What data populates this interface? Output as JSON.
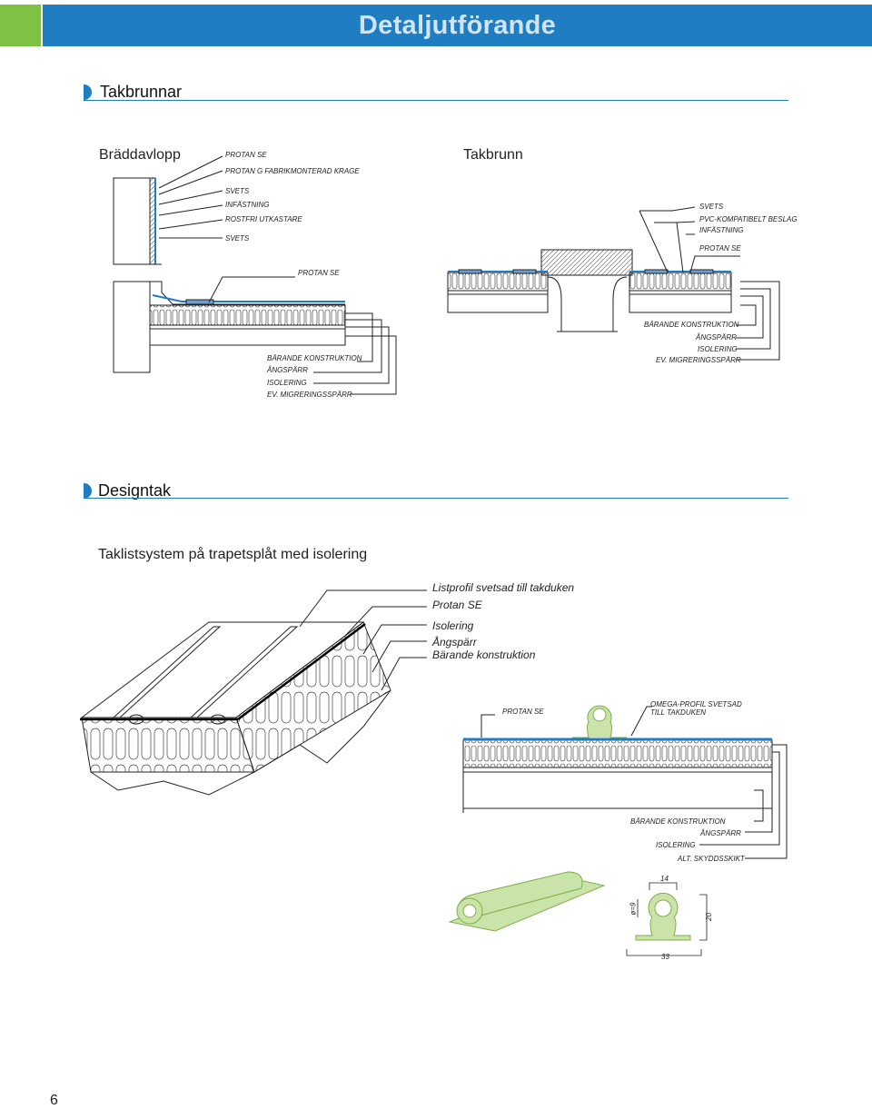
{
  "header": {
    "title": "Detaljutförande"
  },
  "section1": {
    "title": "Takbrunnar",
    "left": {
      "title": "Bräddavlopp",
      "labels_top": [
        "PROTAN SE",
        "PROTAN G FABRIKMONTERAD KRAGE",
        "SVETS",
        "INFÄSTNING",
        "ROSTFRI UTKASTARE",
        "SVETS"
      ],
      "label_protan": "PROTAN SE",
      "labels_bottom": [
        "BÄRANDE KONSTRUKTION",
        "ÅNGSPÄRR",
        "ISOLERING",
        "EV. MIGRERINGSSPÄRR"
      ]
    },
    "right": {
      "title": "Takbrunn",
      "labels_top": [
        "SVETS",
        "PVC-KOMPATIBELT BESLAG",
        "INFÄSTNING",
        "PROTAN SE"
      ],
      "labels_bottom": [
        "BÄRANDE KONSTRUKTION",
        "ÅNGSPÄRR",
        "ISOLERING",
        "EV. MIGRERINGSSPÄRR"
      ]
    }
  },
  "section2": {
    "title": "Designtak",
    "subtitle": "Taklistsystem på trapetsplåt med isolering",
    "iso_labels": [
      "Listprofil svetsad till takduken",
      "Protan SE",
      "Isolering",
      "Ångspärr",
      "Bärande konstruktion"
    ],
    "omega": {
      "label_left": "PROTAN SE",
      "label_right_1": "OMEGA-PROFIL SVETSAD",
      "label_right_2": "TILL TAKDUKEN",
      "labels_bottom": [
        "BÄRANDE KONSTRUKTION",
        "ÅNGSPÄRR",
        "ISOLERING",
        "ALT. SKYDDSSKIKT"
      ]
    },
    "dimensions": {
      "top": "14",
      "bottom": "33",
      "height": "20",
      "diameter": "ø=9"
    }
  },
  "page_number": "6",
  "colors": {
    "brand_blue": "#1f7dc1",
    "brand_green": "#7dc242",
    "membrane_blue": "#6f9fd0",
    "profile_green": "#c9e3a8"
  }
}
